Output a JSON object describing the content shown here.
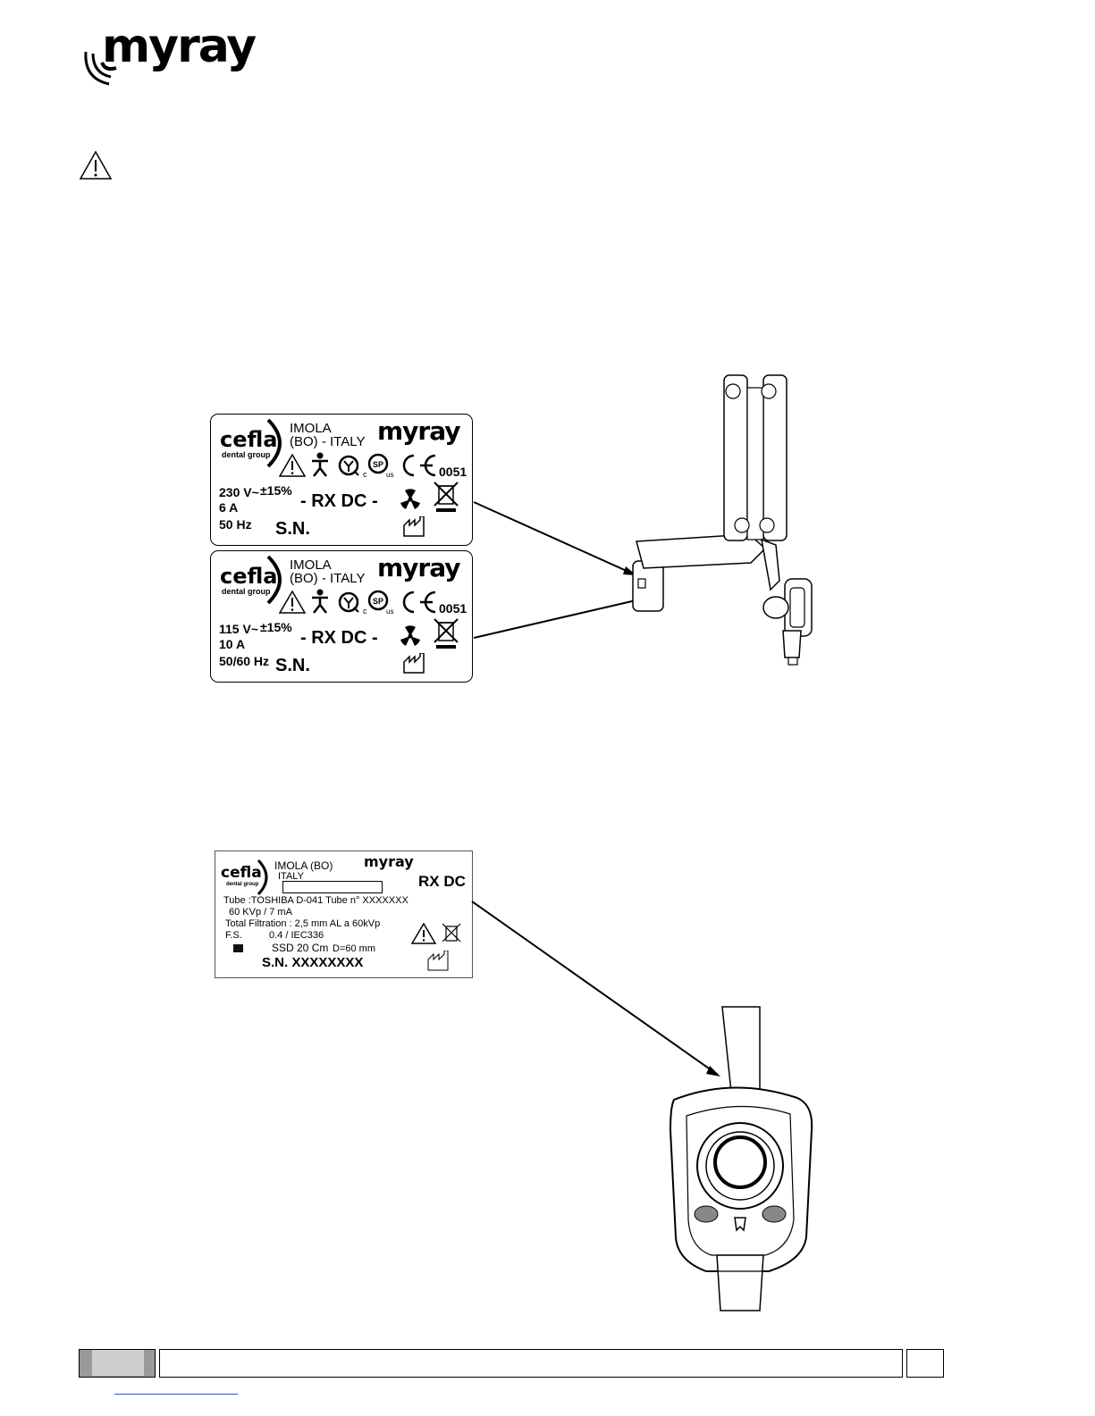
{
  "header": {
    "brand": "myray"
  },
  "label_230": {
    "manufacturer": "cefla",
    "manufacturer_sub": "dental group",
    "city": "IMOLA",
    "region": "(BO) - ITALY",
    "brand": "myray",
    "ce_number": "0051",
    "voltage": "230 V~",
    "tolerance": "±15%",
    "current": "6 A",
    "frequency": "50 Hz",
    "model": "- RX DC -",
    "serial": "S.N.",
    "csa_c": "c",
    "csa_us": "us"
  },
  "label_115": {
    "manufacturer": "cefla",
    "manufacturer_sub": "dental group",
    "city": "IMOLA",
    "region": "(BO) - ITALY",
    "brand": "myray",
    "ce_number": "0051",
    "voltage": "115 V~",
    "tolerance": "±15%",
    "current": "10 A",
    "frequency": "50/60 Hz",
    "model": "- RX DC -",
    "serial": "S.N.",
    "csa_c": "c",
    "csa_us": "us"
  },
  "tube_label": {
    "manufacturer": "cefla",
    "manufacturer_sub": "dental group",
    "city": "IMOLA (BO)",
    "country": "ITALY",
    "brand": "myray",
    "model": "RX DC",
    "tube": "Tube :TOSHIBA D-041 Tube n° XXXXXXX",
    "kvp": "60 KVp / 7  mA",
    "filtration": "Total Filtration : 2,5 mm AL a 60kVp",
    "fs": "F.S.",
    "fs_value": "0.4 / IEC336",
    "ssd": "SSD 20 Cm",
    "distance": "D=60 mm",
    "serial": "S.N. XXXXXXXX"
  },
  "icons": [
    "warning-icon",
    "applied-part-icon",
    "quality-mark-icon",
    "csa-icon",
    "ce-mark-icon",
    "radiation-icon",
    "weee-bin-icon",
    "manufacturer-icon"
  ],
  "colors": {
    "ink": "#000000",
    "footer_grey": "#9a9a9a",
    "footer_dark": "#555555"
  }
}
